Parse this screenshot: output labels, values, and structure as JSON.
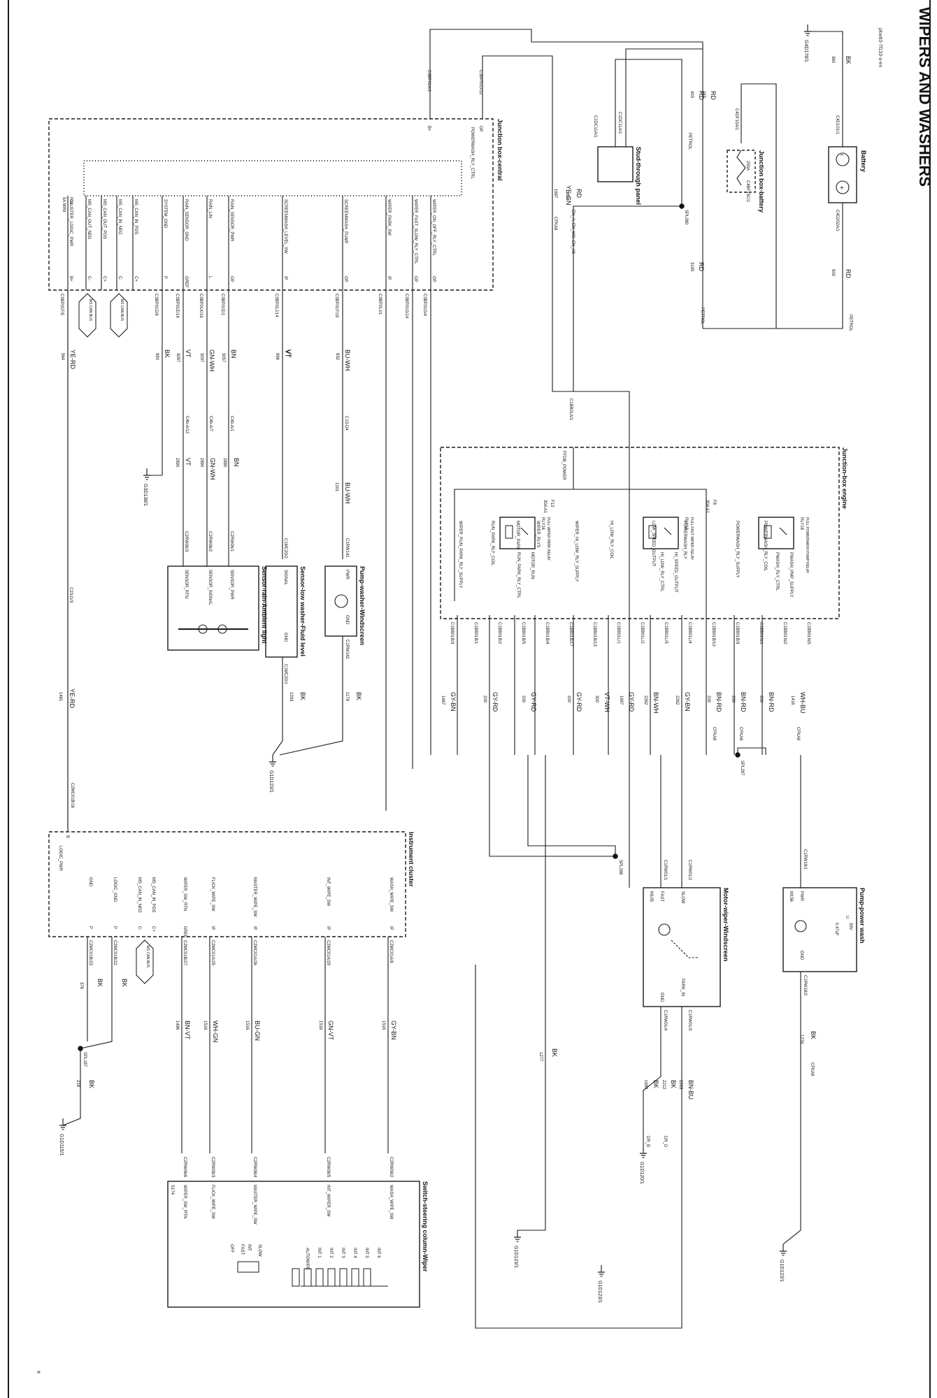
{
  "page": {
    "title": "WIPERS AND WASHERS",
    "ref": "pkw83-7f133-a-en",
    "corner_mark": "×"
  },
  "components": {
    "battery": {
      "name": "Battery",
      "pos_pin": "C4D101/1",
      "neg_pin": "C4D202A/1",
      "neg_sym": "−",
      "pos_sym": "+"
    },
    "jb_battery": {
      "name": "Junction box-battery",
      "in_pin": "C4DF10A/1",
      "out_pin": "C4BF15C/1",
      "fuse_rating": "250A",
      "fuse_id": "F 1"
    },
    "stud_panel": {
      "name": "Stud-through panel",
      "pin_a": "C1DC11A/1",
      "pin_b": "C1DC11A/1"
    },
    "jb_central": {
      "name": "Junction box-central",
      "top_pins": [
        "C3BP01A/1",
        "C3BP01G/12"
      ],
      "b_plus": "B+",
      "op": "OP",
      "powerwash_label": "POWERWASH_RLY_CTRL",
      "fuse": "F34",
      "fuse_rating": "5A MINI",
      "pin_names": [
        "CLUSTER_LOGIC_PWR",
        "MS_CAN_OUT_NEG",
        "MS_CAN_OUT_POS",
        "MS_CAN_IN_NEG",
        "MS_CAN_IN_POS",
        "SYSTEM_GND",
        "RAIN_SENSOR_GND",
        "RAIN_LIN",
        "RAIN_SENSOR_PWR",
        "SCREENWASH_LEVEL_SW",
        "SCREENWASH_PUMP",
        "WIPER_PARK_SW",
        "WIPER_FAST_SLOW_RLY_CTRL",
        "WIPER_ON_OFF_RLY_CTRL"
      ],
      "pin_types": [
        "B+",
        "C-",
        "C+",
        "C-",
        "C+",
        "P",
        "GREF",
        "L",
        "OP",
        "IP",
        "OP",
        "IP",
        "OP",
        "OP"
      ],
      "pin_ids": [
        "C3BP01F/5",
        "C3BP01D/9",
        "C3BP01E/14",
        "C3BP01K/16",
        "C3BP01E/1",
        "C3BP01J/14",
        "C3BP01F/19",
        "C3BP01J/1",
        "C3BP01G/14",
        "C3BP01G/4"
      ]
    },
    "jb_engine": {
      "name": "Junction-box engine",
      "in_pin": "C1BB01A/1",
      "ffdb": "FFDB_POWER",
      "fuse_f8": "F8",
      "fuse_f8_rating": "30A A1",
      "fuse_f13": "F13",
      "fuse_f13_rating": "30A A1",
      "relays": [
        {
          "id": "RLY16",
          "desc": "FULL WIPER PARK RELAY",
          "coil": "RUN_PARK_RLY_CTRL",
          "out": "MOTOR_RUN"
        },
        {
          "id": "RLY10",
          "desc": "FULL FAST WIPER RELAY",
          "coil": "HI_LOW_RLY_CTRL",
          "out": "HI_SPEED_OUTPUT"
        },
        {
          "id": "RLY18",
          "desc": "FULL POWERWASH PUMP RELAY",
          "coil": "PWASH_RLY_CTRL",
          "out": "PWASH_PMP_SUPPLY"
        }
      ],
      "pin_names": [
        "WIPER_RUN_PARK_RLY_SUPPLY",
        "RUN_PARK_RLY_COIL",
        "MOTOR_PARK",
        "WIPER_RLYS",
        "WIPER_HI_LOW_RLY_SUPPLY",
        "HI_LOW_RLY_COIL",
        "LOW_SPEED_OUTPUT",
        "POWERWASH_RLY",
        "POWERWASH_RLY_SUPPLY",
        "POWERWASH_RLY_COIL"
      ],
      "pin_ids": [
        "C1BB01B/3",
        "C1BB01B/1",
        "C1BB01B/2",
        "C1BB01B/5",
        "C1BB01B/4",
        "C1BB01B/17",
        "C1BB01B/13",
        "C1BB01L/1",
        "C1BB01L/2",
        "C1BB01L/5",
        "C1BB01L/4",
        "C1BB01B/10",
        "C1BB01B/3",
        "C1BB01N/1",
        "C1BB01N/2",
        "C1BB01N/5"
      ]
    },
    "pump_washer": {
      "name": "Pump-washer-Windscreen",
      "pwr": "PWR",
      "gnd": "GND",
      "pin_in": "C1RW141",
      "pin_out": "C1RW142"
    },
    "sensor_low_washer": {
      "name": "Sensor-low washer-Fluid level",
      "signal": "SIGNAL",
      "gnd": "GND",
      "pin_in": "C1MC20/2",
      "pin_out": "C1MC20/1"
    },
    "sensor_rain": {
      "name": "Sensor-rain-Ambient light",
      "pins": [
        "SENSOR_PWR",
        "SENSOR_SIGNAL",
        "SENSOR_RTN"
      ],
      "pin_ids": [
        "C2RW06/1",
        "C2RW06/2",
        "C2RW06/3"
      ]
    },
    "motor_wiper": {
      "name": "Motor-wiper-Windscreen",
      "slow": "SLOW",
      "fast": "FAST",
      "park": "PARK_IN",
      "gnd": "GND",
      "id": "M105",
      "pins": [
        "C1RW01/2",
        "C1RW01/1",
        "C1RW01/3",
        "C1RW01/4"
      ]
    },
    "pump_power_wash": {
      "name": "Pump-power wash",
      "id": "M156",
      "pwr": "PWR",
      "gnd": "GND",
      "u": "U",
      "volt": "33V",
      "cap": "0.47uF",
      "pin_in": "C1RW18/1",
      "pin_out": "C1RW18/2"
    },
    "instrument_cluster": {
      "name": "Instrument cluster",
      "logic": "LOGIC_PWR",
      "b": "B",
      "pin_in": "C2MC01B/16",
      "pin_names": [
        "WASH_WIPE_SW",
        "INT_WIPE_SW",
        "MASTER_WIPE_SW",
        "FLICK_WIPE_SW",
        "WIPER_SW_RTN",
        "MS_CAN_IN_POS",
        "MS_CAN_IN_NEG",
        "LOGIC_GND",
        "GND"
      ],
      "pin_types": [
        "IP",
        "IP",
        "IP",
        "IP",
        "GREF",
        "C+",
        "C-",
        "P",
        "P"
      ],
      "pin_ids": [
        "C2MC01A/8",
        "C2MC01A/29",
        "C2MC01A/26",
        "C2MC01A/25",
        "C2MC01B/27",
        "C2MC01B/22",
        "C2MC01B/23"
      ]
    },
    "switch_column": {
      "name": "Switch-steering column-Wiper",
      "pins": [
        "WASH_WIPE_SW",
        "INT_WIPER_SW",
        "MASTER_WIPE_SW",
        "FLICK_WIPE_SW",
        "WIPER_SW_RTN"
      ],
      "pin_ids": [
        "C2RW08/2",
        "C2RW08/5",
        "C2RW08/4",
        "C2RW08/3",
        "C2RW08/6"
      ],
      "positions": [
        "OFF",
        "INT",
        "SLOW",
        "FAST"
      ],
      "int_positions": [
        "INT 6",
        "INT 5",
        "INT 4",
        "INT 3",
        "INT 2",
        "INT 1",
        "AUTOWIPE"
      ],
      "misc": "S174"
    }
  },
  "wires": {
    "bk": "BK",
    "rd": "RD",
    "ye_gn": "YE-GN",
    "ye_rd": "YE-RD",
    "bn": "BN",
    "gn_wh": "GN-WH",
    "vt": "VT",
    "bu_wh": "BU-WH",
    "gy_bn": "GY-BN",
    "gy_rd": "GY-RD",
    "vt_wh": "VT-WH",
    "bn_wh": "BN-WH",
    "bn_rd": "BN-RD",
    "wh_bu": "WH-BU",
    "bn_bu": "BN-BU",
    "bn_vt": "BN-VT",
    "wh_gn": "WH-GN",
    "bu_gn": "BU-GN",
    "gn_vt": "GN-VT",
    "n360": "360",
    "n403": "403",
    "n243": "243",
    "n500": "500",
    "n3145": "3145",
    "n680": "680",
    "n1687": "1687",
    "n564": "564",
    "n990": "990",
    "n3057": "3057",
    "n3037": "3037",
    "n996": "996",
    "n832": "832",
    "n2890": "2890",
    "n1201": "1201",
    "n1481": "1481",
    "n1033": "1033",
    "n1178": "1178",
    "n200": "200",
    "n300": "300",
    "n2262": "2262",
    "n2263": "2263",
    "n1416": "1416",
    "n1277": "1277",
    "n1276": "1276",
    "n1694": "1694",
    "n2212": "2212",
    "n376": "376",
    "n218": "218",
    "n1496": "1496",
    "n1516": "1516",
    "petrol": "PETROL",
    "cfka8": "CFKA8",
    "dr_b": "DR_B",
    "dr_d": "DR_D",
    "en_aen": "EN_A, EN_WD, EN_A5"
  },
  "connectors": {
    "c4a_1": "C4b-A/1",
    "c4a_7": "C4b-A/7",
    "c4a_12": "C4b-A/12",
    "c13d4": "C13-D4",
    "c23d3": "C23-D/3",
    "c1rw01_2": "C1RW01/2",
    "c1rw01_1": "C1RW01/1"
  },
  "splices": {
    "s080": "SPL080",
    "s287": "SPL287",
    "s288": "SPL288",
    "s187": "SPL187"
  },
  "grounds": {
    "g4d178": "G4D178/1",
    "g3d138": "G3D138/1",
    "g1d123a": "G1D123/1",
    "g1d123b": "G1D123/1",
    "g1d115": "G1D115/1",
    "g1d123c": "G1D123/1",
    "g1d120": "G1D120/1",
    "g1d123d": "G1D123/1"
  },
  "bus": {
    "ms_can": "MS CAN BUS"
  }
}
